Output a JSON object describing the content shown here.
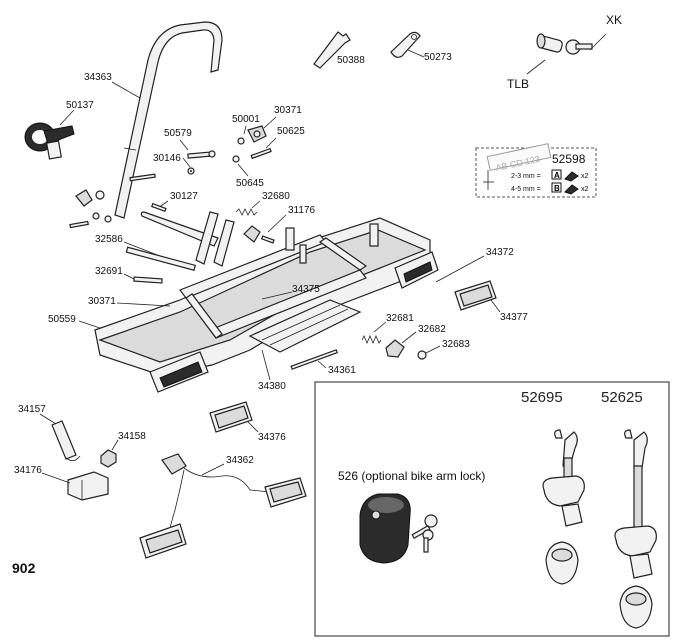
{
  "model_number": "902",
  "parts": {
    "p34363": "34363",
    "p50137": "50137",
    "p50579": "50579",
    "p50001": "50001",
    "p30371a": "30371",
    "p50625": "50625",
    "p30146": "30146",
    "p50645": "50645",
    "p30127": "30127",
    "p32680": "32680",
    "p31176": "31176",
    "p32586": "32586",
    "p32691": "32691",
    "p30371b": "30371",
    "p50559": "50559",
    "p34375": "34375",
    "p34372": "34372",
    "p34377": "34377",
    "p32681": "32681",
    "p32682": "32682",
    "p32683": "32683",
    "p34361": "34361",
    "p34380": "34380",
    "p34157": "34157",
    "p34158": "34158",
    "p34176": "34176",
    "p34376": "34376",
    "p34362": "34362",
    "p50388": "50388",
    "p50273": "50273",
    "pXK": "XK",
    "pTLB": "TLB",
    "p52598": "52598",
    "p52695": "52695",
    "p52625": "52625"
  },
  "plate_sign": {
    "plate_text": "AB CD 123",
    "row1": "2-3 mm =",
    "row1_key": "A",
    "row1_qty": "x2",
    "row2": "4-5 mm =",
    "row2_key": "B",
    "row2_qty": "x2"
  },
  "optional_box": {
    "lock_label": "526 (optional bike arm lock)"
  }
}
